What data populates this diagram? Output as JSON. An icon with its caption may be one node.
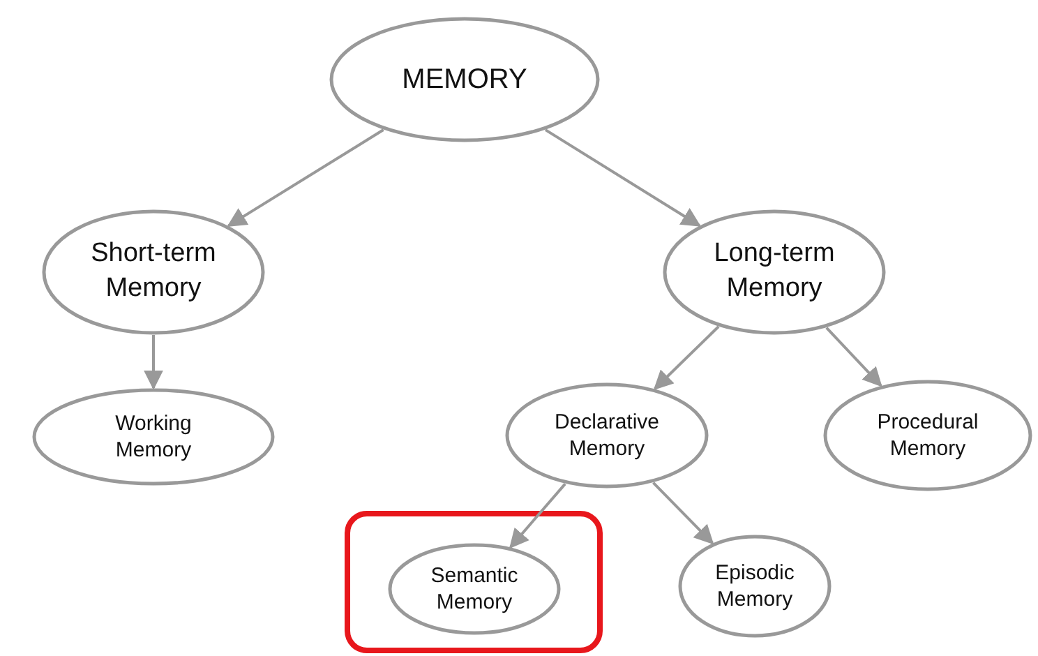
{
  "diagram": {
    "nodes": [
      {
        "text": [
          "MEMORY"
        ]
      },
      {
        "text": [
          "Short-term Memory"
        ]
      },
      {
        "text": [
          "Long-term Memory"
        ]
      },
      {
        "text": [
          "Working Memory"
        ]
      },
      {
        "text": [
          "Declarative Memory"
        ]
      },
      {
        "text": [
          "Procedural Memory"
        ]
      },
      {
        "text": [
          "Semantic Memory"
        ]
      },
      {
        "text": [
          "Episodic Memory"
        ]
      }
    ],
    "edges": [
      {
        "from": 0,
        "to": 1,
        "arrow": "to"
      },
      {
        "from": 0,
        "to": 2,
        "arrow": "to"
      },
      {
        "from": 1,
        "to": 3,
        "arrow": "to"
      },
      {
        "from": 2,
        "to": 4,
        "arrow": "to"
      },
      {
        "from": 2,
        "to": 5,
        "arrow": "to"
      },
      {
        "from": 4,
        "to": 6,
        "arrow": "to"
      },
      {
        "from": 4,
        "to": 7,
        "arrow": "to"
      }
    ]
  }
}
